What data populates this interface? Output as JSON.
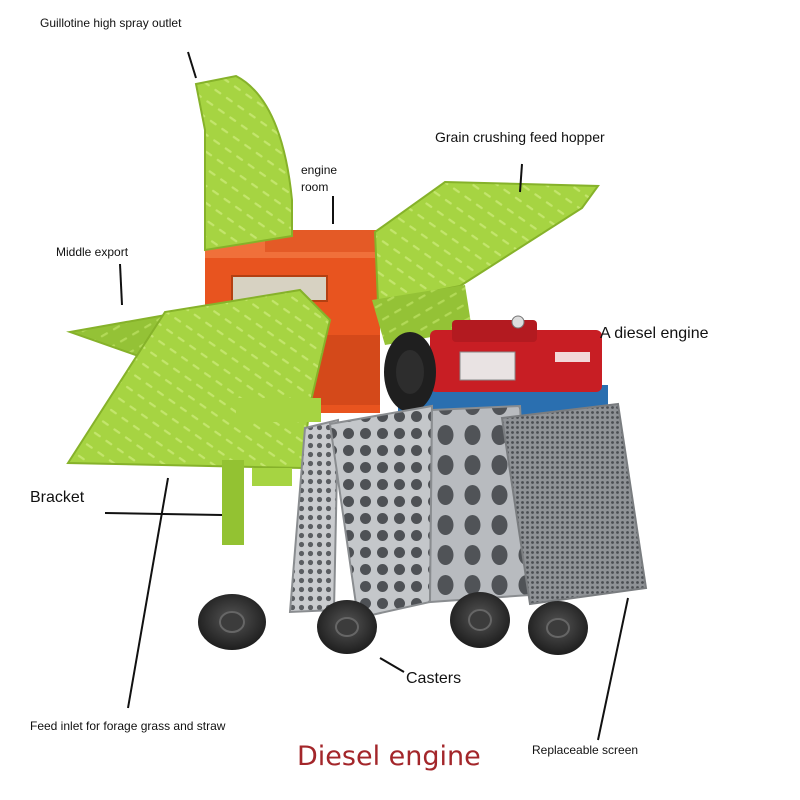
{
  "labels": {
    "spray_outlet": "Guillotine high spray outlet",
    "engine_room_line1": "engine",
    "engine_room_line2": "room",
    "feed_hopper": "Grain crushing feed hopper",
    "middle_export": "Middle export",
    "diesel_engine": "A diesel engine",
    "bracket": "Bracket",
    "casters": "Casters",
    "feed_inlet": "Feed inlet for forage grass and straw",
    "replaceable_screen": "Replaceable screen"
  },
  "caption": {
    "text": "Diesel engine",
    "color": "#a3262a"
  },
  "colors": {
    "machine_green": "#a6d442",
    "machine_orange": "#e8541f",
    "engine_red": "#c81e24",
    "engine_blue": "#2a6fb0",
    "screen_steel": "#b9bcc0"
  }
}
